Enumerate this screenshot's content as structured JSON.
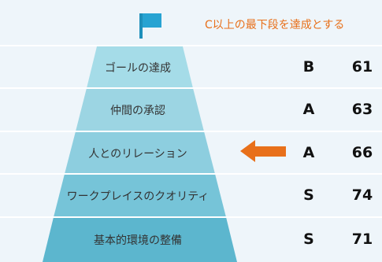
{
  "goal_note": "C以上の最下段を達成とする",
  "layers": [
    {
      "label": "ゴールの達成",
      "grade": "B",
      "score": "61",
      "color": "#a5dce8"
    },
    {
      "label": "仲間の承認",
      "grade": "A",
      "score": "63",
      "color": "#9cd5e3"
    },
    {
      "label": "人とのリレーション",
      "grade": "A",
      "score": "66",
      "color": "#8dcedf"
    },
    {
      "label": "ワークプレイスのクオリティ",
      "grade": "S",
      "score": "74",
      "color": "#76c4d8"
    },
    {
      "label": "基本的環境の整備",
      "grade": "S",
      "score": "71",
      "color": "#5cb6ce"
    }
  ],
  "colors": {
    "accent": "#e8701a",
    "flag": "#27a3d2"
  }
}
